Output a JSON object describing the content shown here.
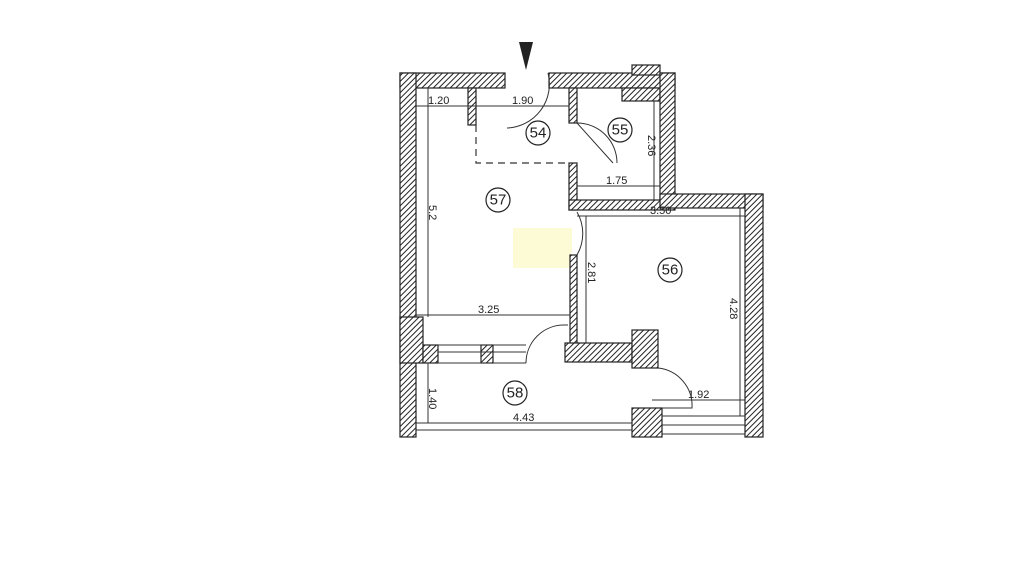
{
  "plan": {
    "rooms": [
      {
        "id": "54"
      },
      {
        "id": "55"
      },
      {
        "id": "56"
      },
      {
        "id": "57"
      },
      {
        "id": "58"
      }
    ],
    "dimensions": {
      "d120": "1.20",
      "d190": "1.90",
      "d236": "2.36",
      "d175": "1.75",
      "d52": "5.2",
      "d350": "3.50",
      "d281": "2.81",
      "d428": "4.28",
      "d325": "3.25",
      "d140": "1.40",
      "d443": "4.43",
      "d192": "1.92"
    },
    "colors": {
      "wall": "#333333",
      "highlight": "#fdfbd6"
    },
    "entrance_marker": "down-triangle"
  }
}
